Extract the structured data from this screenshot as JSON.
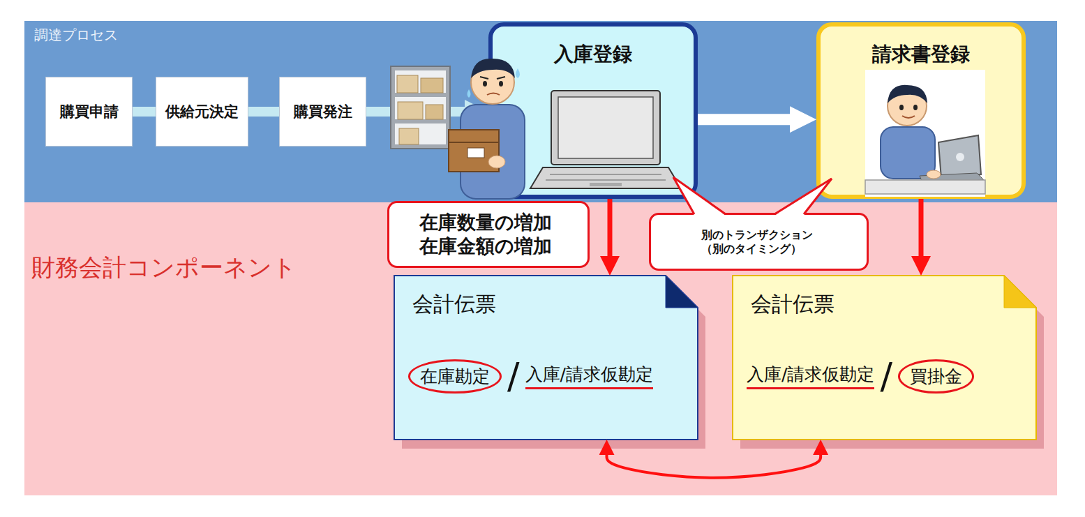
{
  "diagram": {
    "nodes": [
      {
        "text": [
          "調達プロセス"
        ]
      },
      {
        "text": [
          "購買申請"
        ],
        "in": 0
      },
      {
        "text": [
          "供給元決定"
        ],
        "in": 0
      },
      {
        "text": [
          "購買発注"
        ],
        "in": 0
      },
      {
        "text": [
          "入庫登録",
          "入庫"
        ],
        "in": 0
      },
      {
        "text": [
          "請求書登録"
        ],
        "in": 0
      },
      {
        "text": [
          "財務会計コンポーネント"
        ]
      },
      {
        "text": [
          "在庫数量の増加 在庫金額の増加"
        ],
        "in": 6
      },
      {
        "text": [
          "別のトランザクション （別のタイミング）"
        ],
        "in": 6
      },
      {
        "text": [
          "会計伝票",
          "在庫勘定",
          "/",
          "入庫/請求仮勘定"
        ],
        "in": 6
      },
      {
        "text": [
          "会計伝票",
          "入庫/請求仮勘定",
          "/",
          "買掛金"
        ],
        "in": 6
      }
    ],
    "edges": [
      {
        "from": 1,
        "to": 2,
        "arrow": "none"
      },
      {
        "from": 2,
        "to": 3,
        "arrow": "none"
      },
      {
        "from": 3,
        "to": 4,
        "arrow": "to"
      },
      {
        "from": 4,
        "to": 5,
        "arrow": "to"
      },
      {
        "from": 4,
        "to": 9,
        "arrow": "to"
      },
      {
        "from": 5,
        "to": 10,
        "arrow": "to"
      },
      {
        "from": 9,
        "to": 10,
        "arrow": "both"
      }
    ]
  }
}
